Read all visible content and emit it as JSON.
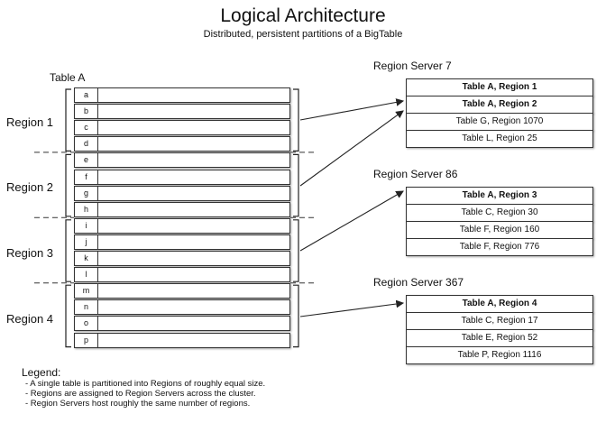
{
  "header": {
    "title": "Logical Architecture",
    "subtitle": "Distributed, persistent partitions of a BigTable"
  },
  "table": {
    "label": "Table A",
    "rows": [
      "a",
      "b",
      "c",
      "d",
      "e",
      "f",
      "g",
      "h",
      "i",
      "j",
      "k",
      "l",
      "m",
      "n",
      "o",
      "p"
    ],
    "regions": [
      {
        "label": "Region 1"
      },
      {
        "label": "Region 2"
      },
      {
        "label": "Region 3"
      },
      {
        "label": "Region 4"
      }
    ]
  },
  "servers": [
    {
      "title": "Region Server 7",
      "rows": [
        {
          "text": "Table A, Region 1",
          "bold": true
        },
        {
          "text": "Table A, Region 2",
          "bold": true
        },
        {
          "text": "Table G, Region 1070",
          "bold": false
        },
        {
          "text": "Table L, Region 25",
          "bold": false
        }
      ]
    },
    {
      "title": "Region Server 86",
      "rows": [
        {
          "text": "Table A, Region 3",
          "bold": true
        },
        {
          "text": "Table C, Region 30",
          "bold": false
        },
        {
          "text": "Table F, Region 160",
          "bold": false
        },
        {
          "text": "Table F, Region 776",
          "bold": false
        }
      ]
    },
    {
      "title": "Region Server 367",
      "rows": [
        {
          "text": "Table A, Region 4",
          "bold": true
        },
        {
          "text": "Table C, Region 17",
          "bold": false
        },
        {
          "text": "Table E, Region 52",
          "bold": false
        },
        {
          "text": "Table P, Region 1116",
          "bold": false
        }
      ]
    }
  ],
  "legend": {
    "title": "Legend:",
    "items": [
      "- A single table is partitioned into Regions of roughly equal size.",
      "- Regions are assigned to Region Servers across the cluster.",
      "- Region Servers host roughly the same number of regions."
    ]
  }
}
